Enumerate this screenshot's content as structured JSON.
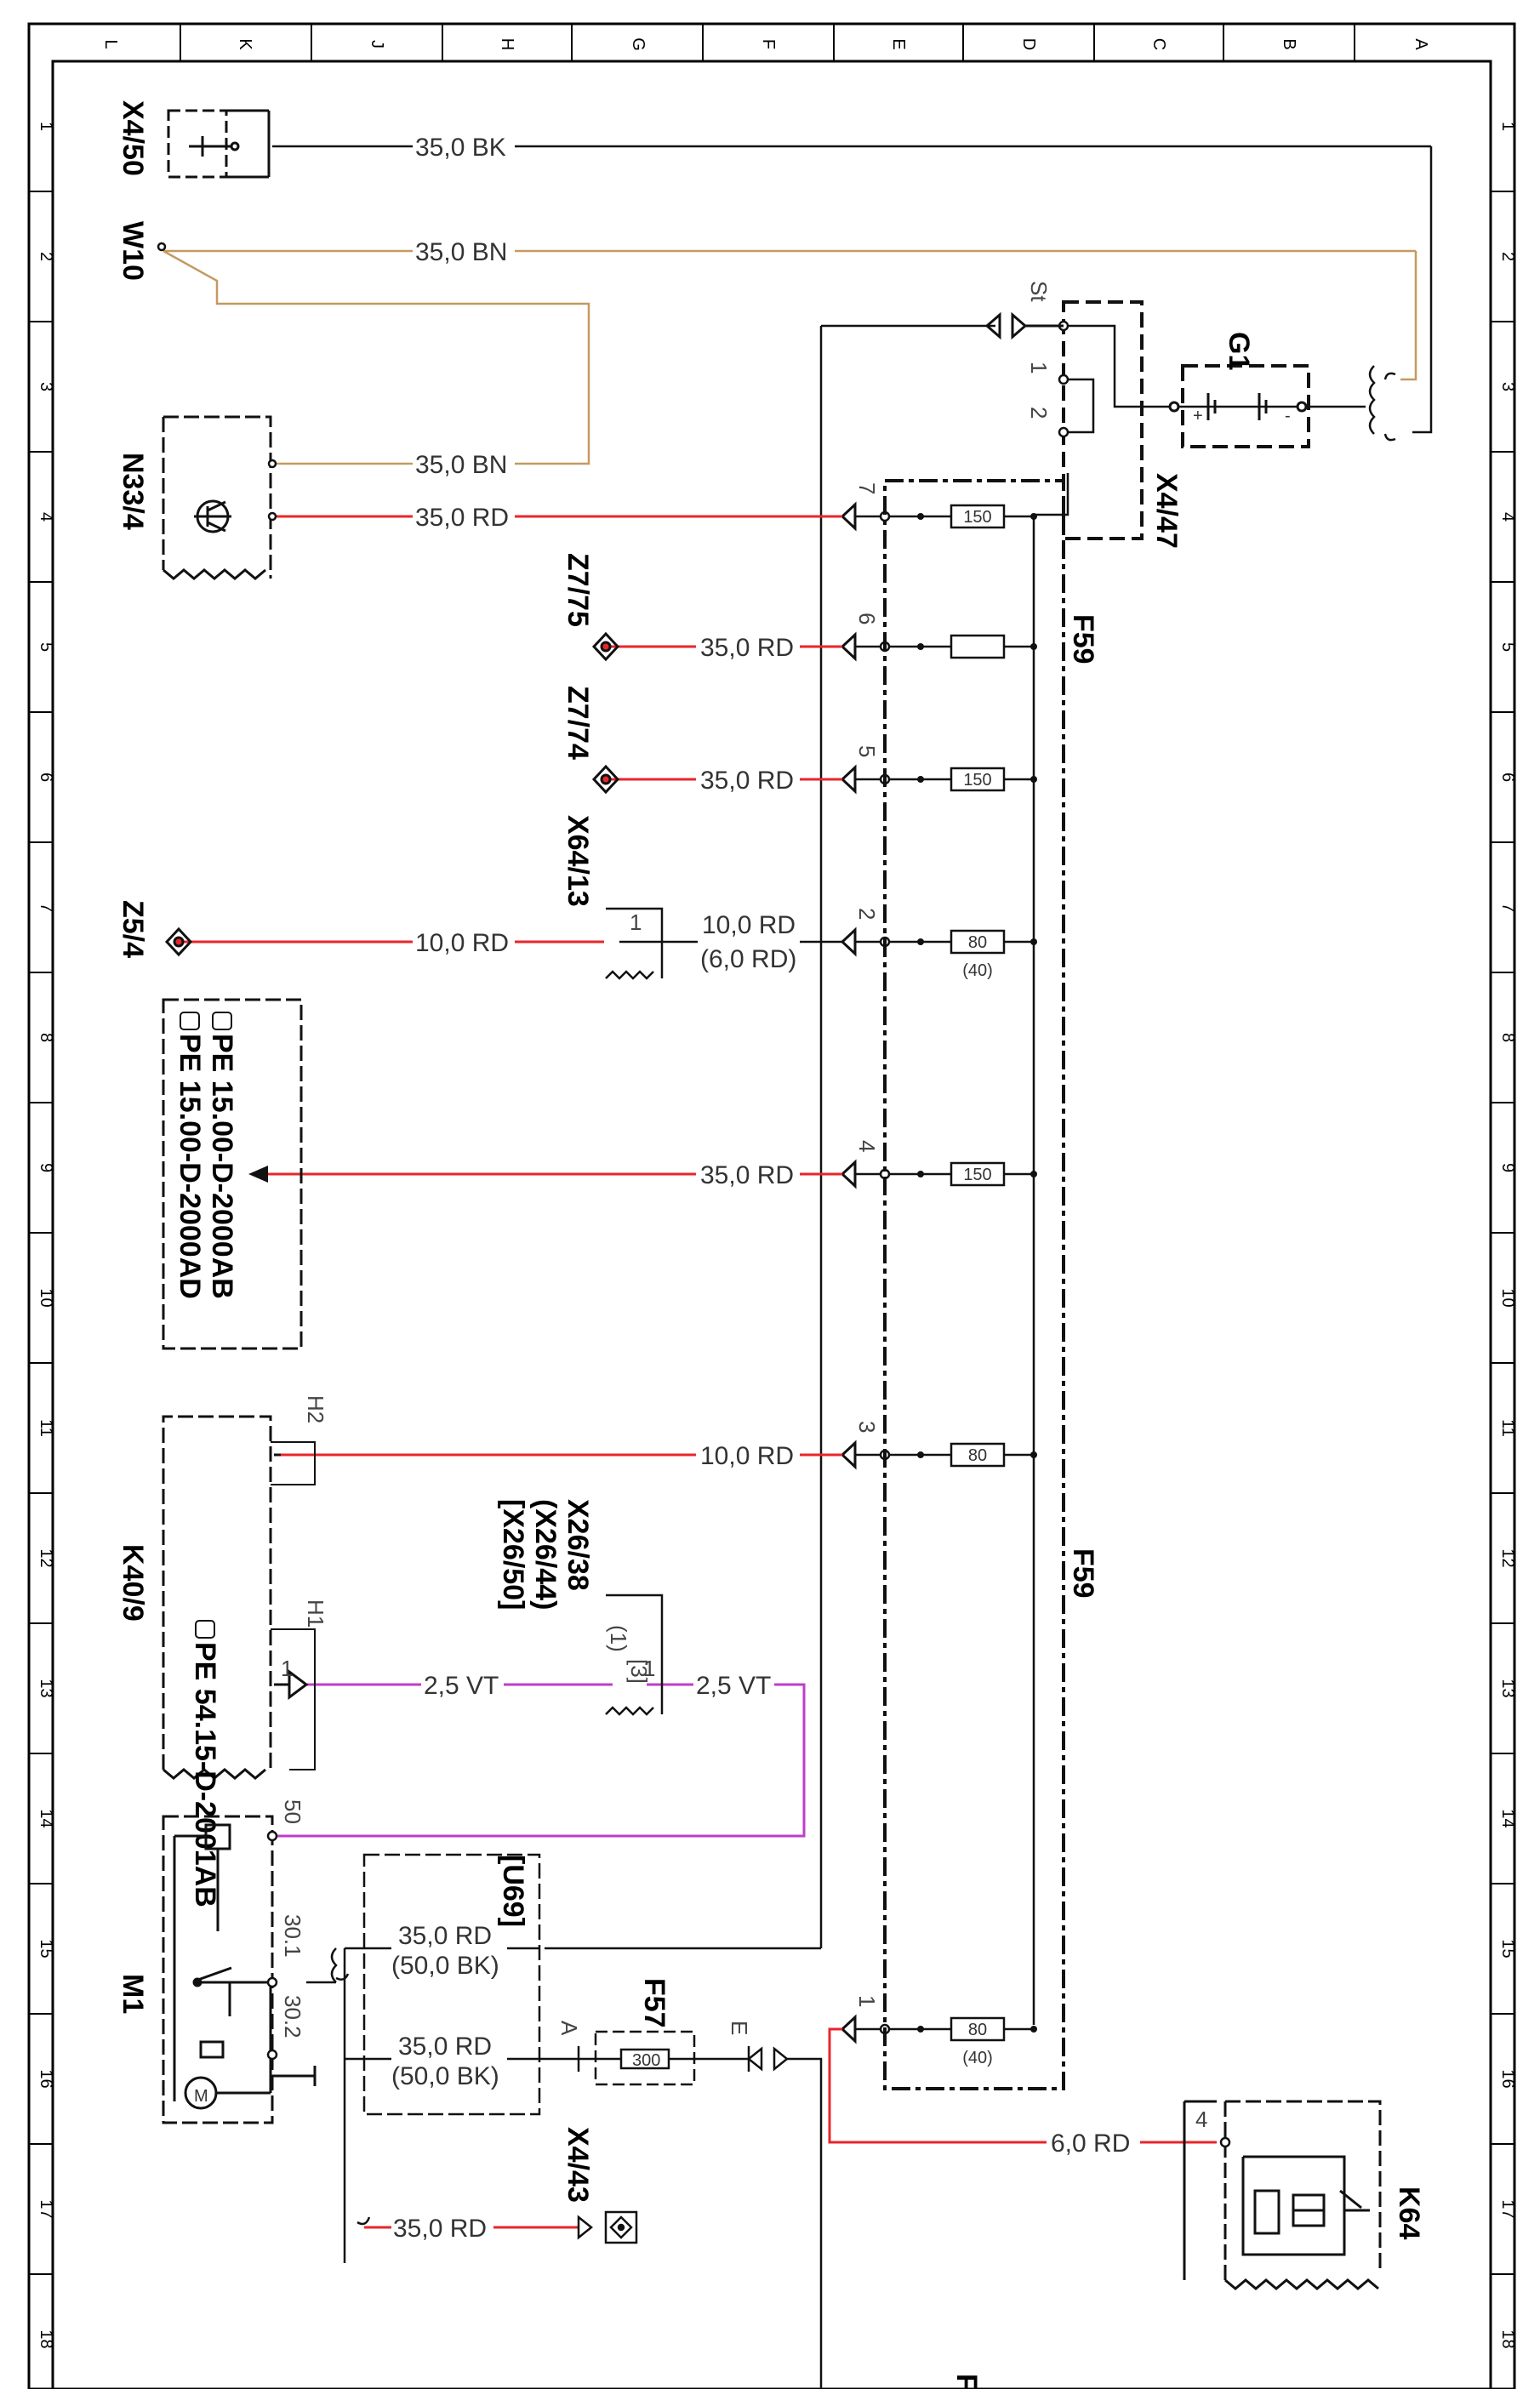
{
  "grid": {
    "columns": [
      "L",
      "K",
      "J",
      "H",
      "G",
      "F",
      "E",
      "D",
      "C",
      "B",
      "A"
    ],
    "rows": [
      "1",
      "2",
      "3",
      "4",
      "5",
      "6",
      "7",
      "8",
      "9",
      "10",
      "11",
      "12",
      "13",
      "14",
      "15",
      "16",
      "17",
      "18"
    ]
  },
  "components": {
    "x4_50": "X4/50",
    "w10": "W10",
    "n33_4": "N33/4",
    "z7_75": "Z7/75",
    "z7_74": "Z7/74",
    "x64_13": "X64/13",
    "z5_4": "Z5/4",
    "g1": "G1",
    "x4_47": "X4/47",
    "f59_top": "F59",
    "f59_bottom": "F59",
    "x26_38": "X26/38",
    "x26_44": "(X26/44)",
    "x26_50": "[X26/50]",
    "k40_9": "K40/9",
    "m1": "M1",
    "u69": "[U69]",
    "f57": "F57",
    "x4_43": "X4/43",
    "k64": "K64",
    "page_mark": "F'"
  },
  "references": {
    "ref1": "PE 15.00-D-2000AB",
    "ref2": "PE 15.00-D-2000AD",
    "ref3": "PE 54.15-D-2001AB"
  },
  "wires": {
    "w_bk": "35,0 BK",
    "w_bn1": "35,0 BN",
    "w_bn2": "35,0 BN",
    "w_rd_n33": "35,0 RD",
    "w_rd_z775": "35,0 RD",
    "w_rd_z774": "35,0 RD",
    "w_rd_z54": "10,0 RD",
    "w_rd_x64a": "10,0 RD",
    "w_rd_x64b": "(6,0 RD)",
    "w_rd_ref": "35,0 RD",
    "w_rd_k40": "10,0 RD",
    "w_vt1": "2,5 VT",
    "w_vt2": "2,5 VT",
    "w_u69_1a": "35,0 RD",
    "w_u69_1b": "(50,0 BK)",
    "w_u69_2a": "35,0 RD",
    "w_u69_2b": "(50,0 BK)",
    "w_x443": "35,0 RD",
    "w_k64": "6,0 RD"
  },
  "fuses": {
    "f7": "150",
    "f5": "150",
    "f2": "80",
    "f2_alt": "(40)",
    "f4": "150",
    "f3": "80",
    "f1": "80",
    "f1_alt": "(40)",
    "f57": "300"
  },
  "pins": {
    "st": "St",
    "p1": "1",
    "p2": "2",
    "p7": "7",
    "p6": "6",
    "p5": "5",
    "p2b": "2",
    "p4": "4",
    "p3": "3",
    "p1b": "1",
    "h1": "H1",
    "h2": "H2",
    "m50": "50",
    "m301": "30.1",
    "m302": "30.2",
    "pa": "A",
    "pe": "E",
    "k64_4": "4",
    "x64_1": "1",
    "k40_1": "1",
    "x26_1": "(1)",
    "x26_3": "[3]",
    "x26_1b": "1"
  },
  "colors": {
    "red": "#e8262a",
    "brown": "#c49a60",
    "violet": "#c03cc8",
    "black": "#111111"
  }
}
